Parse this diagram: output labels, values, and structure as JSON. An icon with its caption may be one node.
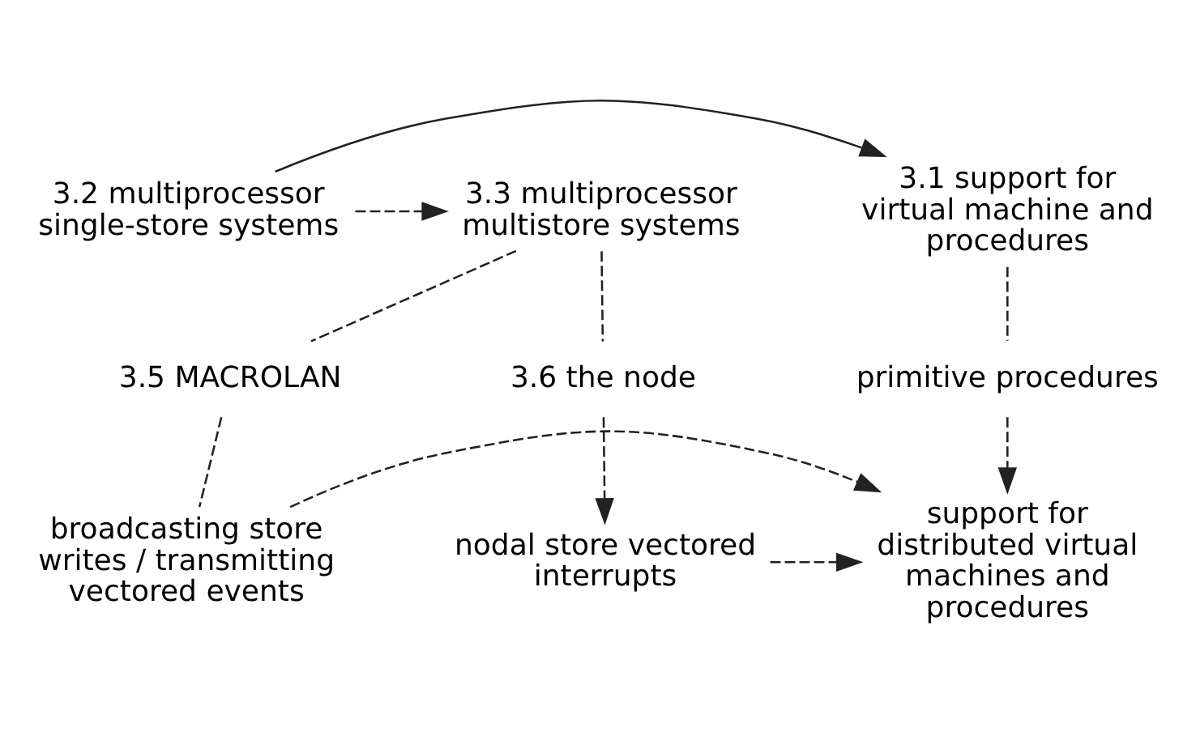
{
  "diagram": {
    "nodes": [
      {
        "text": [
          "3.1 support for virtual machine and procedures"
        ]
      },
      {
        "text": [
          "3.2 multiprocessor single-store systems"
        ]
      },
      {
        "text": [
          "3.3 multiprocessor multistore systems"
        ]
      },
      {
        "text": [
          "3.5 MACROLAN"
        ]
      },
      {
        "text": [
          "3.6 the node"
        ]
      },
      {
        "text": [
          "primitive procedures"
        ]
      },
      {
        "text": [
          "support for distributed virtual machines and procedures"
        ]
      },
      {
        "text": [
          "broadcasting store writes / transmitting vectored events"
        ]
      },
      {
        "text": [
          "nodal store vectored interrupts"
        ]
      }
    ],
    "edges": [
      {
        "from": 1,
        "to": 0,
        "arrow": "to"
      },
      {
        "from": 1,
        "to": 2,
        "arrow": "to",
        "style": "dashed"
      },
      {
        "from": 2,
        "to": 3,
        "arrow": "none",
        "style": "dashed"
      },
      {
        "from": 2,
        "to": 4,
        "arrow": "none",
        "style": "dashed"
      },
      {
        "from": 0,
        "to": 5,
        "arrow": "none",
        "style": "dashed"
      },
      {
        "from": 5,
        "to": 6,
        "arrow": "to",
        "style": "dashed"
      },
      {
        "from": 3,
        "to": 7,
        "arrow": "none",
        "style": "dashed"
      },
      {
        "from": 7,
        "to": 6,
        "arrow": "to",
        "style": "dashed"
      },
      {
        "from": 4,
        "to": 8,
        "arrow": "to",
        "style": "dashed"
      },
      {
        "from": 8,
        "to": 6,
        "arrow": "to",
        "style": "dashed"
      }
    ]
  }
}
